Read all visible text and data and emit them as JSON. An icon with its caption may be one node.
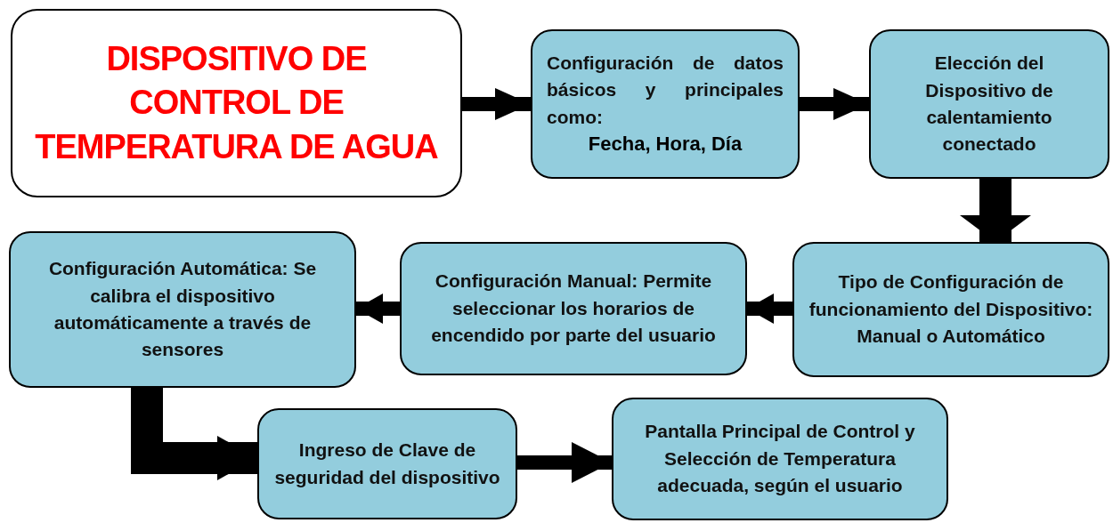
{
  "diagram": {
    "nodes": [
      {
        "text": [
          "DISPOSITIVO DE CONTROL DE TEMPERATURA DE AGUA"
        ]
      },
      {
        "text": [
          "Configuración de datos básicos y principales como:",
          "Fecha, Hora, Día"
        ]
      },
      {
        "text": [
          "Elección del Dispositivo de calentamiento conectado"
        ]
      },
      {
        "text": [
          "Tipo de Configuración de funcionamiento del Dispositivo: Manual o Automático"
        ]
      },
      {
        "text": [
          "Configuración Manual: Permite seleccionar los horarios de encendido por parte del usuario"
        ]
      },
      {
        "text": [
          "Configuración Automática: Se calibra el dispositivo automáticamente a través de sensores"
        ]
      },
      {
        "text": [
          "Ingreso de Clave de seguridad del dispositivo"
        ]
      },
      {
        "text": [
          "Pantalla Principal de Control y Selección de Temperatura adecuada, según el usuario"
        ]
      }
    ],
    "edges": [
      {
        "from": 0,
        "to": 1,
        "arrow": "to"
      },
      {
        "from": 1,
        "to": 2,
        "arrow": "to"
      },
      {
        "from": 2,
        "to": 3,
        "arrow": "to",
        "style": "thick"
      },
      {
        "from": 3,
        "to": 4,
        "arrow": "to"
      },
      {
        "from": 4,
        "to": 5,
        "arrow": "to"
      },
      {
        "from": 5,
        "to": 6,
        "arrow": "to",
        "style": "thick"
      },
      {
        "from": 6,
        "to": 7,
        "arrow": "to"
      }
    ]
  }
}
